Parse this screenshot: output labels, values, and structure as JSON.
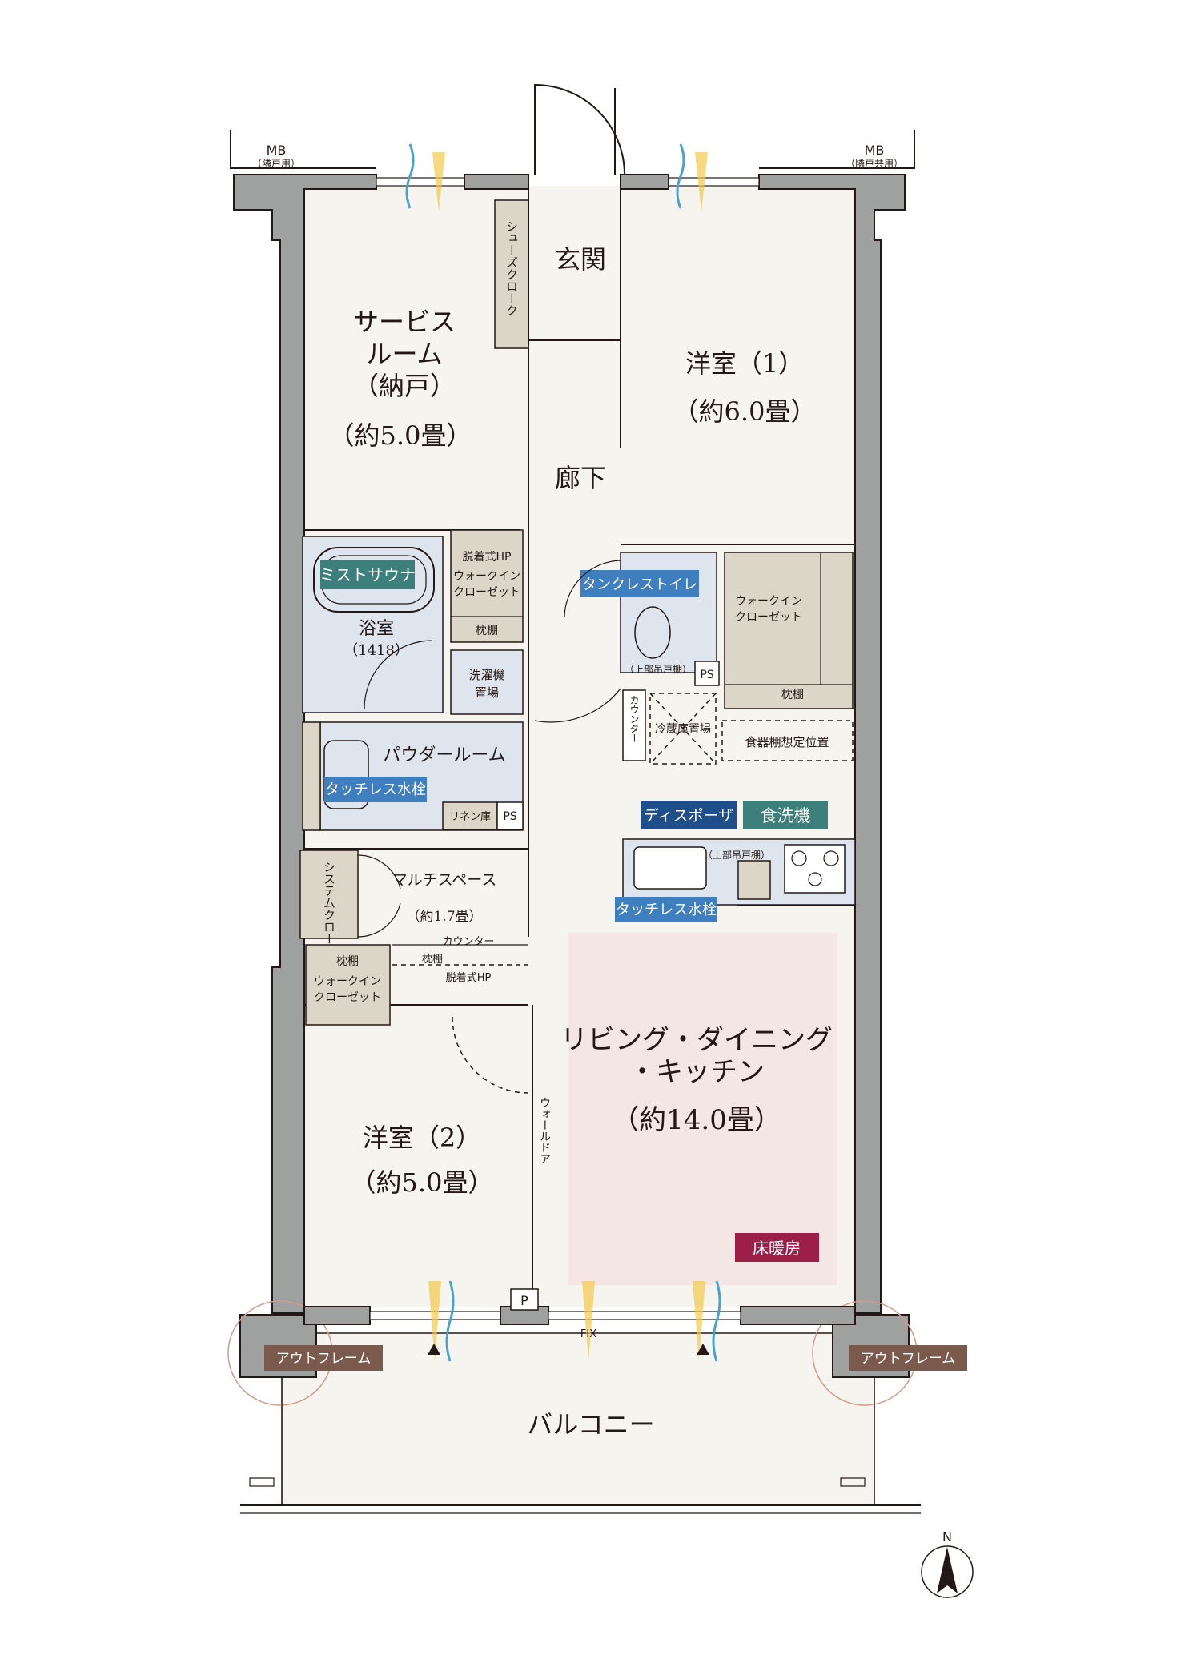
{
  "rooms": {
    "service_room_l1": "サービス",
    "service_room_l2": "ルーム",
    "service_room_l3": "（納戸）",
    "service_room_size": "（約5.0畳）",
    "entrance": "玄関",
    "hallway": "廊下",
    "western1_name": "洋室（1）",
    "western1_size": "（約6.0畳）",
    "western2_name": "洋室（2）",
    "western2_size": "（約5.0畳）",
    "ldk_l1": "リビング・ダイニング",
    "ldk_l2": "・キッチン",
    "ldk_size": "（約14.0畳）",
    "bathroom": "浴室",
    "bathroom_size": "（1418）",
    "powder_room": "パウダールーム",
    "multi_space": "マルチスペース",
    "multi_space_size": "（約1.7畳）",
    "balcony": "バルコニー"
  },
  "labels": {
    "mb_left": "MB",
    "mb_left_sub": "（隣戸用）",
    "mb_right": "MB",
    "mb_right_sub": "（隣戸共用）",
    "shoes_closet": "シューズクローク",
    "hp1": "脱着式HP",
    "wic1_l1": "ウォークイン",
    "wic1_l2": "クローゼット",
    "makura1": "枕棚",
    "wic2_l1": "ウォークイン",
    "wic2_l2": "クローゼット",
    "makura2": "枕棚",
    "washer_l1": "洗濯機",
    "washer_l2": "置場",
    "upper_cabinet1": "（上部吊戸棚）",
    "ps1": "PS",
    "ps2": "PS",
    "counter_v": "カウンター",
    "fridge": "冷蔵庫置場",
    "dish_shelf": "食器棚想定位置",
    "linen": "リネン庫",
    "upper_cabinet2": "（上部吊戸棚）",
    "system_closet": "システムクローゼット",
    "counter2": "カウンター",
    "makura3": "枕棚",
    "hp2": "脱着式HP",
    "makura4": "枕棚",
    "wic3_l1": "ウォークイン",
    "wic3_l2": "クローゼット",
    "wall_door": "ウォールドア",
    "p": "P",
    "fix": "FIX",
    "north": "N"
  },
  "tags": {
    "mist_sauna": "ミストサウナ",
    "tankless_toilet": "タンクレストイレ",
    "touchless1": "タッチレス水栓",
    "disposer": "ディスポーザ",
    "dishwasher": "食洗機",
    "touchless2": "タッチレス水栓",
    "floor_heating": "床暖房",
    "outframe_left": "アウトフレーム",
    "outframe_right": "アウトフレーム"
  },
  "colors": {
    "tag_blue": "#3f7fc0",
    "tag_teal": "#3d7f7a",
    "tag_navy": "#1f4f8a",
    "tag_maroon": "#9c1f4a",
    "tag_brown": "#7a5a4c",
    "ldk_floor": "#f5e6e6",
    "wet_area": "#dfe5ee",
    "storage": "#dcd6c8",
    "wall": "#9fa0a0"
  }
}
